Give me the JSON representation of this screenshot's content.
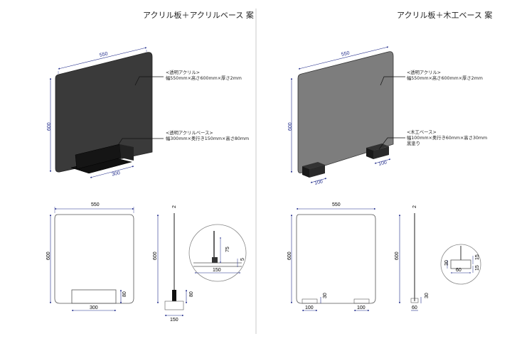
{
  "titles": {
    "left": "アクリル板＋アクリルベース 案",
    "right": "アクリル板＋木工ベース 案"
  },
  "left": {
    "persp": {
      "width": "550",
      "height": "600",
      "base_depth": "300"
    },
    "note1": {
      "name": "<透明アクリル>",
      "spec": "幅550mm×高さ600mm×厚さ2mm"
    },
    "note2": {
      "name": "<透明アクリルベース>",
      "spec": "幅300mm×奥行き150mm×高さ80mm"
    },
    "front": {
      "width": "550",
      "height": "600",
      "base_width": "300",
      "base_height": "80"
    },
    "side": {
      "thickness": "2",
      "height": "600",
      "base_depth": "150",
      "base_height": "80"
    },
    "detail": {
      "slot": "75",
      "thick": "5",
      "depth": "150"
    }
  },
  "right": {
    "persp": {
      "width": "550",
      "height": "600",
      "base_a": "100",
      "base_b": "100"
    },
    "note1": {
      "name": "<透明アクリル>",
      "spec": "幅550mm×高さ600mm×厚さ2mm"
    },
    "note2": {
      "name": "<木工ベース>",
      "spec": "幅100mm×奥行き60mm×高さ30mm",
      "finish": "黒塗り"
    },
    "front": {
      "width": "550",
      "height": "600",
      "base_height": "30",
      "base_w1": "100",
      "base_w2": "100"
    },
    "side": {
      "thickness": "2",
      "height": "600",
      "base_height": "30",
      "base_depth": "60"
    },
    "detail": {
      "top": "15",
      "bottom": "15",
      "height": "30",
      "depth": "60"
    }
  }
}
